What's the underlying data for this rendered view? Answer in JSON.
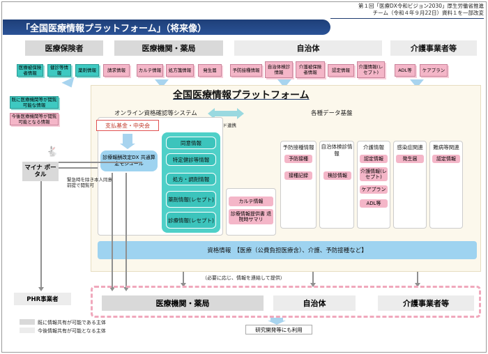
{
  "header_note": {
    "line1": "第１回「医療DX令和ビジョン2030」厚生労働省推進",
    "line2": "チーム（令和４年９月22日）資料１を一部改変"
  },
  "title": "「全国医療情報プラットフォーム」（将来像）",
  "top_headers": {
    "insurer": "医療保険者",
    "medical": "医療機関・薬局",
    "municipality": "自治体",
    "care": "介護事業者等"
  },
  "top_chips": {
    "insurer": [
      "医療被保険者情報",
      "健診等情報",
      "薬剤情報",
      "請求情報"
    ],
    "medical": [
      "カルテ情報",
      "処方箋情報",
      "発生届"
    ],
    "municipality": [
      "予防接種情報",
      "自治体検診情報",
      "介護被保険者情報",
      "認定情報",
      "介護情報(レセプト)"
    ],
    "care": [
      "ADL等",
      "ケアプラン"
    ]
  },
  "legend_left": {
    "teal": "既に医療機関等が閲覧可能な情報",
    "pink": "今後医療機関等が閲覧可能となる情報"
  },
  "platform": {
    "title": "全国医療情報プラットフォーム",
    "online_label": "オンライン資格確認等システム",
    "cloud_label": "クラウド連携",
    "data_base_label": "各種データ基盤",
    "payer_label": "支払基金・中央会",
    "dx_module": "診療報酬改定DX 共通算定モジュール",
    "cylinder_items": [
      "同意情報",
      "特定健診等情報",
      "処方・調剤情報",
      "薬剤情報(レセプト)",
      "診療情報(レセプト)"
    ],
    "karte_items": [
      "カルテ情報",
      "診療情報提供書 退院時サマリ"
    ],
    "columns": [
      {
        "title": "予防接種情報",
        "items": [
          "予防接種",
          "接種記録"
        ]
      },
      {
        "title": "自治体検診情報",
        "items": [
          "検診情報"
        ]
      },
      {
        "title": "介護情報",
        "items": [
          "認定情報",
          "介護情報(レセプト)",
          "ケアプラン",
          "ADL等"
        ]
      },
      {
        "title": "感染症関連",
        "items": [
          "発生届"
        ]
      },
      {
        "title": "難病等関連",
        "items": [
          "認定情報"
        ]
      }
    ],
    "qualification_bar": "資格情報　【医療（公費負担医療含）、介護、予防接種など】"
  },
  "left_side": {
    "myna": "マイナ ポータル",
    "emergency": "緊急時を除き本人同意前提で閲覧可"
  },
  "bottom": {
    "link_note": "（必要に応じ、情報を連結して提供）",
    "phr": "PHR事業者",
    "medical": "医療機関・薬局",
    "municipality": "自治体",
    "care": "介護事業者等",
    "research": "研究開発等にも利用"
  },
  "legend_bottom": {
    "gray": "既に情報共有が可能である主体",
    "light": "今後情報共有が可能となる主体"
  }
}
